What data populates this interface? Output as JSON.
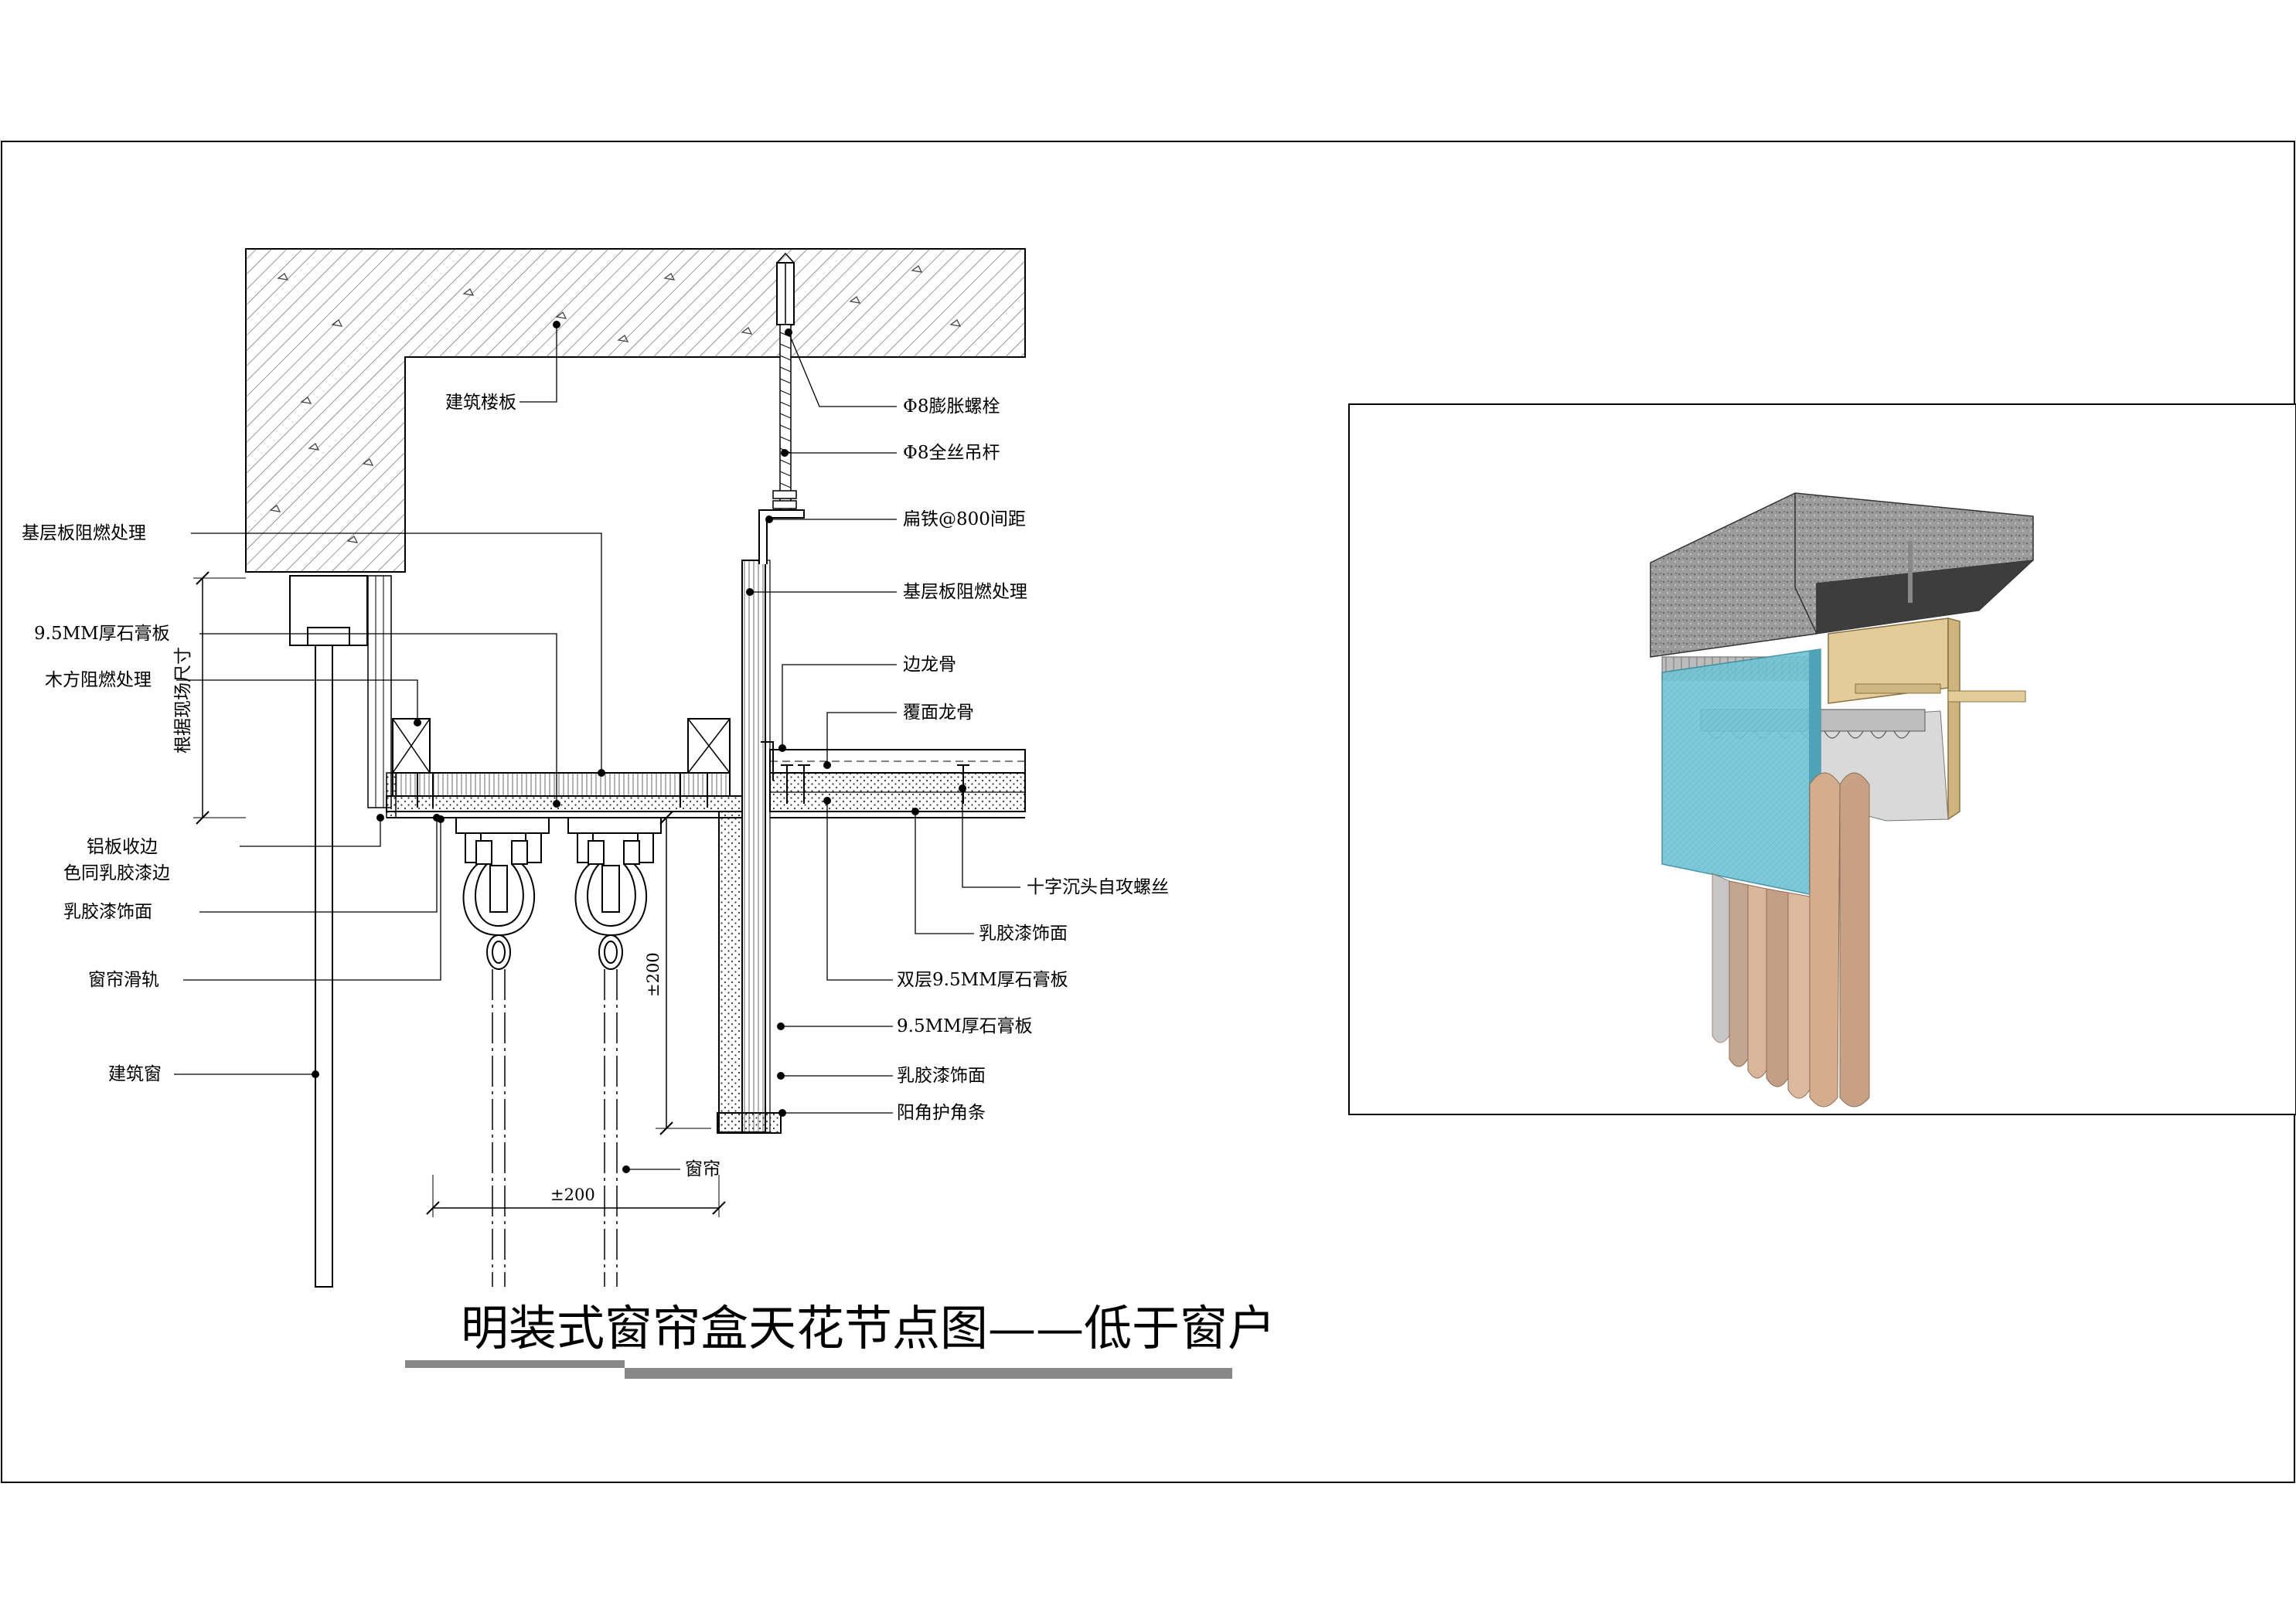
{
  "title": "明装式窗帘盒天花节点图——低于窗户",
  "labels": {
    "slab": "建筑楼板",
    "base_board_left": "基层板阻燃处理",
    "gypsum_board_left": "9.5MM厚石膏板",
    "timber_fire": "木方阻燃处理",
    "alu_edge_1": "铝板收边",
    "alu_edge_2": "色同乳胶漆边",
    "latex_left": "乳胶漆饰面",
    "curtain_track": "窗帘滑轨",
    "window": "建筑窗",
    "site_dim": "根据现场尺寸",
    "bolt": "Φ8膨胀螺栓",
    "rod": "Φ8全丝吊杆",
    "flat_iron": "扁铁@800间距",
    "base_board_right": "基层板阻燃处理",
    "edge_keel": "边龙骨",
    "cover_keel": "覆面龙骨",
    "screw": "十字沉头自攻螺丝",
    "latex_right_1": "乳胶漆饰面",
    "double_gypsum": "双层9.5MM厚石膏板",
    "gypsum_right": "9.5MM厚石膏板",
    "latex_right_2": "乳胶漆饰面",
    "corner_guard": "阳角护角条",
    "curtain": "窗帘",
    "dim_v": "±200",
    "dim_h": "±200"
  },
  "colors": {
    "line": "#000000",
    "title_bar": "#888888",
    "concrete": "#9a9a9a",
    "glass": "#6fc3d3",
    "wood": "#dcc38f",
    "curtain": "#d4ad8f"
  }
}
